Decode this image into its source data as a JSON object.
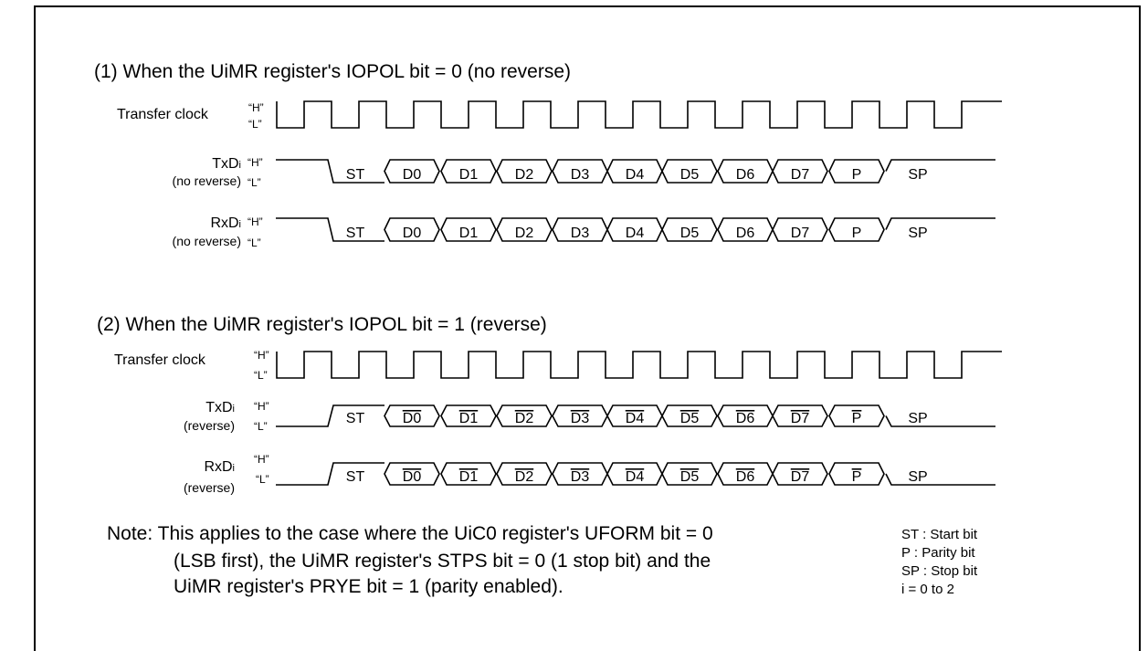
{
  "section1": {
    "title": "(1) When the UiMR register's IOPOL bit = 0 (no reverse)",
    "clock_label": "Transfer clock",
    "txd": {
      "name": "TxD",
      "sub": "i",
      "note": "(no reverse)"
    },
    "rxd": {
      "name": "RxD",
      "sub": "i",
      "note": "(no reverse)"
    }
  },
  "section2": {
    "title": "(2) When the UiMR register's IOPOL bit = 1 (reverse)",
    "clock_label": "Transfer clock",
    "txd": {
      "name": "TxD",
      "sub": "i",
      "note": "(reverse)"
    },
    "rxd": {
      "name": "RxD",
      "sub": "i",
      "note": "(reverse)"
    }
  },
  "levels": {
    "high": "“H”",
    "low": "“L”"
  },
  "bits": [
    "ST",
    "D0",
    "D1",
    "D2",
    "D3",
    "D4",
    "D5",
    "D6",
    "D7",
    "P",
    "SP"
  ],
  "note": {
    "line1": "Note: This applies to the case where the UiC0 register's UFORM bit = 0",
    "line2": "(LSB first), the UiMR register's STPS bit = 0 (1 stop bit) and the",
    "line3": "UiMR register's PRYE bit = 1 (parity enabled)."
  },
  "legend": {
    "st": "ST : Start bit",
    "p": "P : Parity bit",
    "sp": "SP : Stop bit",
    "i": "i = 0 to 2"
  }
}
